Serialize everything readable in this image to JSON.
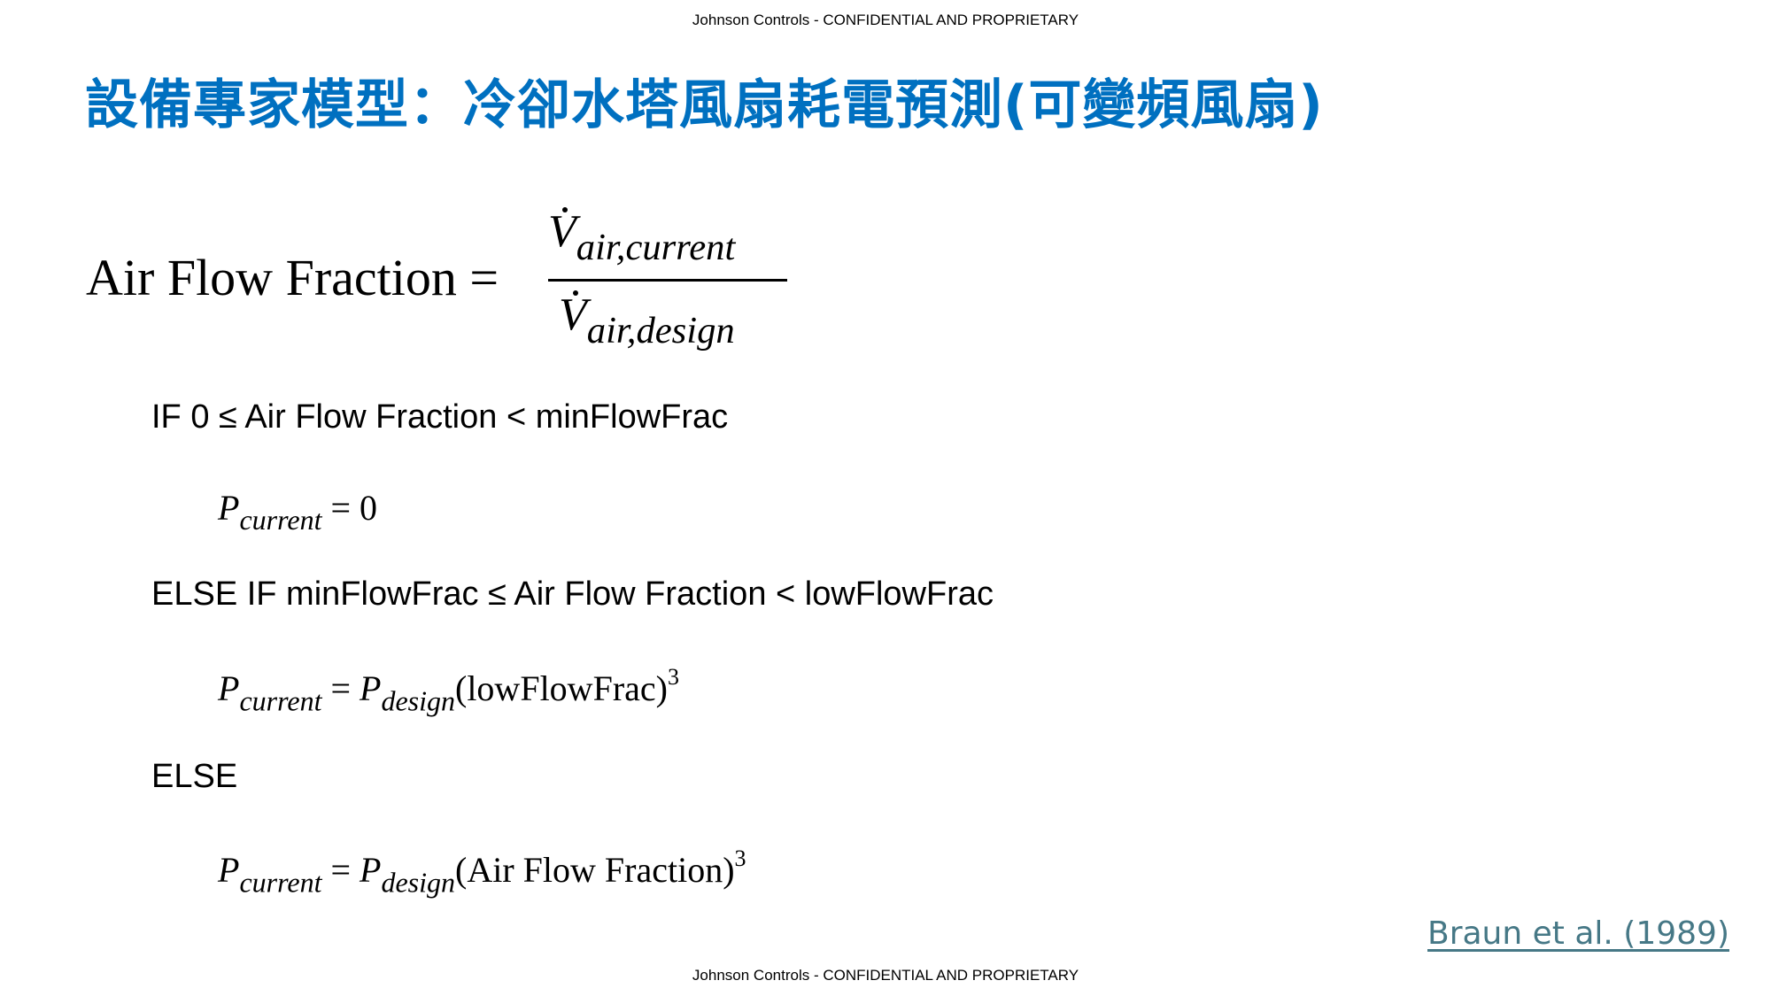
{
  "header_text": "Johnson Controls - CONFIDENTIAL AND PROPRIETARY",
  "footer_text": "Johnson Controls - CONFIDENTIAL AND PROPRIETARY",
  "title": "設備專家模型：冷卻水塔風扇耗電預測(可變頻風扇)",
  "equation": {
    "lhs": "Air Flow Fraction =",
    "numerator_symbol": "V",
    "numerator_sub": "air,current",
    "denominator_symbol": "V",
    "denominator_sub": "air,design"
  },
  "conditions": [
    {
      "label": "IF 0 ≤ Air Flow Fraction < minFlowFrac",
      "p": "P",
      "p_sub": "current",
      "rhs": " = 0",
      "factor": "",
      "factor_sub": "",
      "term": "",
      "exp": ""
    },
    {
      "label": "ELSE IF minFlowFrac ≤ Air Flow Fraction < lowFlowFrac",
      "p": "P",
      "p_sub": "current",
      "rhs": " = ",
      "factor": "P",
      "factor_sub": "design",
      "term": "(lowFlowFrac)",
      "exp": "3"
    },
    {
      "label": "ELSE",
      "p": "P",
      "p_sub": "current",
      "rhs": " = ",
      "factor": "P",
      "factor_sub": "design",
      "term": "(Air Flow Fraction)",
      "exp": "3"
    }
  ],
  "citation": "Braun et al. (1989)"
}
